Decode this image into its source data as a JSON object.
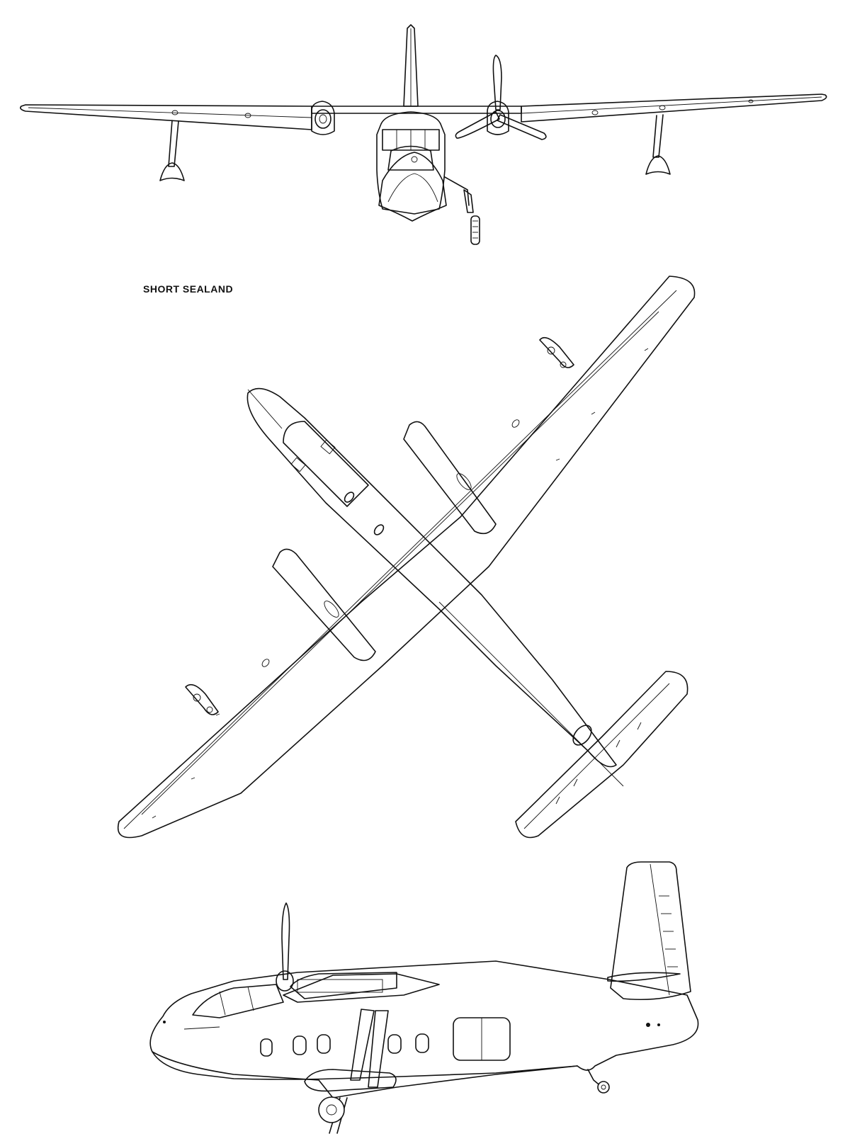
{
  "drawing": {
    "caption": "SHORT SEALAND"
  },
  "views": [
    {
      "name": "front",
      "kind": "front-view"
    },
    {
      "name": "plan",
      "kind": "top-view"
    },
    {
      "name": "side",
      "kind": "side-view"
    }
  ]
}
